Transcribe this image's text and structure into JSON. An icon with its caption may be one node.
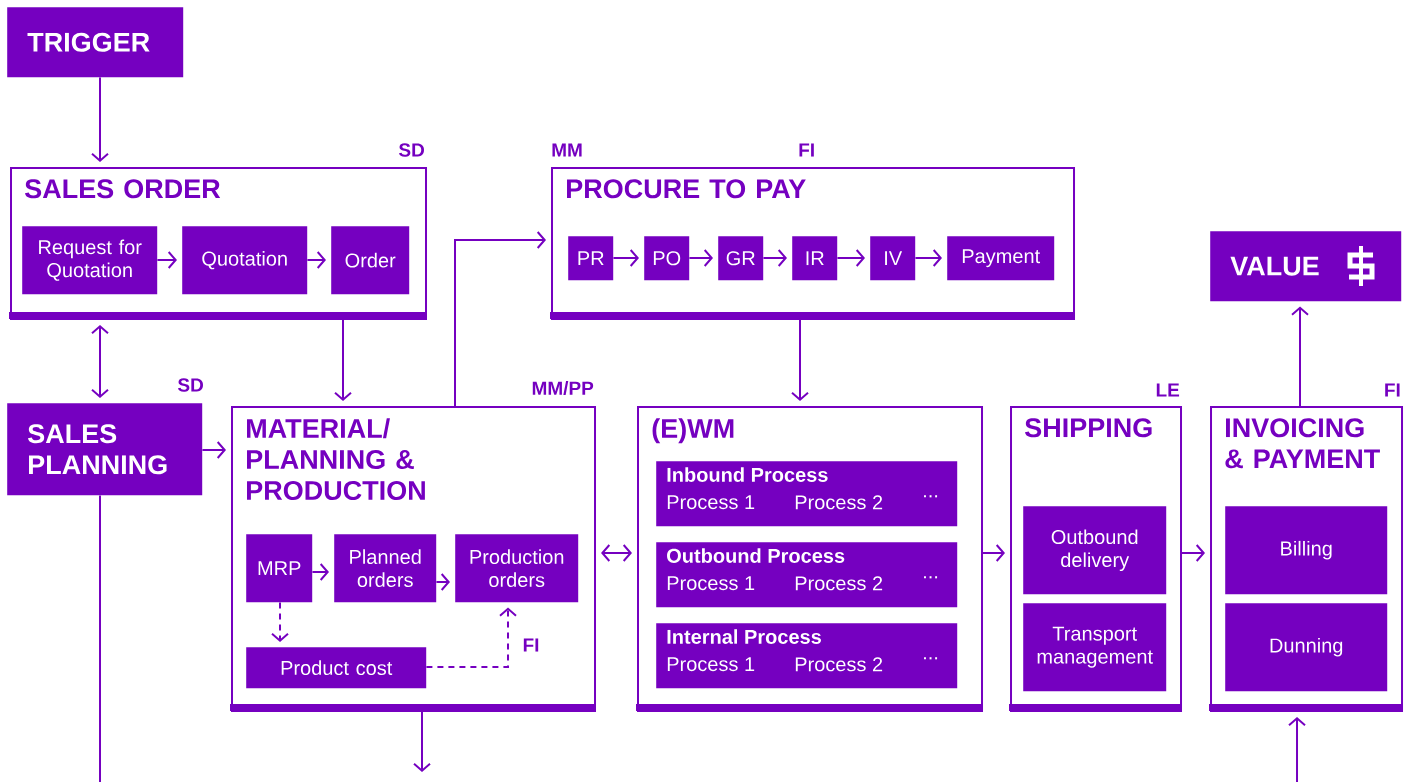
{
  "diagram": {
    "nodes": [
      {
        "text": [
          "TRIGGER"
        ]
      },
      {
        "text": [
          "SALES ORDER"
        ],
        "beside": [
          "SD"
        ]
      },
      {
        "text": [
          "Request for Quotation"
        ],
        "in": 1
      },
      {
        "text": [
          "Quotation"
        ],
        "in": 1
      },
      {
        "text": [
          "Order"
        ],
        "in": 1
      },
      {
        "text": [
          "PROCURE TO PAY"
        ],
        "beside": [
          "MM",
          "FI"
        ]
      },
      {
        "text": [
          "PR"
        ],
        "in": 5
      },
      {
        "text": [
          "PO"
        ],
        "in": 5
      },
      {
        "text": [
          "GR"
        ],
        "in": 5
      },
      {
        "text": [
          "IR"
        ],
        "in": 5
      },
      {
        "text": [
          "IV"
        ],
        "in": 5
      },
      {
        "text": [
          "Payment"
        ],
        "in": 5
      },
      {
        "text": [
          "VALUE"
        ]
      },
      {
        "text": [
          "SALES PLANNING"
        ],
        "beside": [
          "SD"
        ]
      },
      {
        "text": [
          "MATERIAL/ PLANNING & PRODUCTION"
        ],
        "beside": [
          "MM/PP"
        ]
      },
      {
        "text": [
          "MRP"
        ],
        "in": 14
      },
      {
        "text": [
          "Planned orders"
        ],
        "in": 14
      },
      {
        "text": [
          "Production orders"
        ],
        "in": 14
      },
      {
        "text": [
          "Product cost"
        ],
        "in": 14
      },
      {
        "text": [
          "(E)WM"
        ]
      },
      {
        "text": [
          "Inbound Process",
          "Process 1",
          "Process 2",
          "..."
        ],
        "in": 19
      },
      {
        "text": [
          "Outbound Process",
          "Process 1",
          "Process 2",
          "..."
        ],
        "in": 19
      },
      {
        "text": [
          "Internal Process",
          "Process 1",
          "Process 2",
          "..."
        ],
        "in": 19
      },
      {
        "text": [
          "SHIPPING"
        ],
        "beside": [
          "LE"
        ]
      },
      {
        "text": [
          "Outbound delivery"
        ],
        "in": 23
      },
      {
        "text": [
          "Transport management"
        ],
        "in": 23
      },
      {
        "text": [
          "INVOICING & PAYMENT"
        ],
        "beside": [
          "FI"
        ]
      },
      {
        "text": [
          "Billing"
        ],
        "in": 26
      },
      {
        "text": [
          "Dunning"
        ],
        "in": 26
      }
    ],
    "edges": [
      {
        "from": 0,
        "to": 1,
        "arrow": "to"
      },
      {
        "from": 2,
        "to": 3,
        "arrow": "to"
      },
      {
        "from": 3,
        "to": 4,
        "arrow": "to"
      },
      {
        "from": 1,
        "to": 13,
        "arrow": "both"
      },
      {
        "from": 1,
        "to": 14,
        "arrow": "to"
      },
      {
        "from": 14,
        "to": 5,
        "arrow": "to"
      },
      {
        "from": 6,
        "to": 7,
        "arrow": "to"
      },
      {
        "from": 7,
        "to": 8,
        "arrow": "to"
      },
      {
        "from": 8,
        "to": 9,
        "arrow": "to"
      },
      {
        "from": 9,
        "to": 10,
        "arrow": "to"
      },
      {
        "from": 10,
        "to": 11,
        "arrow": "to"
      },
      {
        "from": 5,
        "to": 19,
        "arrow": "to"
      },
      {
        "from": 13,
        "to": 14,
        "arrow": "to"
      },
      {
        "from": 15,
        "to": 16,
        "arrow": "to"
      },
      {
        "from": 16,
        "to": 17,
        "arrow": "to"
      },
      {
        "from": 15,
        "to": 18,
        "arrow": "to",
        "style": "dashed"
      },
      {
        "from": 18,
        "to": 17,
        "arrow": "to",
        "style": "dashed",
        "label": "FI"
      },
      {
        "from": 14,
        "to": 19,
        "arrow": "both"
      },
      {
        "from": 19,
        "to": 23,
        "arrow": "to"
      },
      {
        "from": 23,
        "to": 26,
        "arrow": "to"
      },
      {
        "from": 26,
        "to": 12,
        "arrow": "to"
      },
      {
        "from": 13,
        "to": null,
        "arrow": "none"
      },
      {
        "from": 14,
        "to": null,
        "arrow": "to"
      },
      {
        "from": null,
        "to": 26,
        "arrow": "to"
      }
    ]
  }
}
